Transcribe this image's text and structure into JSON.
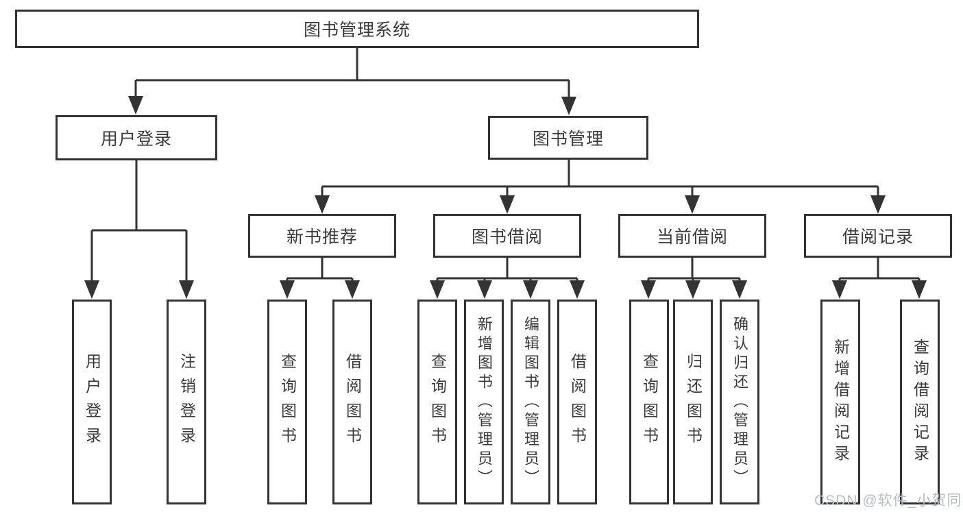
{
  "diagram": {
    "root": "图书管理系统",
    "level2": [
      "用户登录",
      "图书管理"
    ],
    "level3": [
      "新书推荐",
      "图书借阅",
      "当前借阅",
      "借阅记录"
    ],
    "leaves_user_login": [
      "用户登录",
      "注销登录"
    ],
    "leaves_new_books": [
      "查询图书",
      "借阅图书"
    ],
    "leaves_book_borrow": [
      "查询图书",
      "新增图书（管理员）",
      "编辑图书（管理员）",
      "借阅图书"
    ],
    "leaves_current_borrow": [
      "查询图书",
      "归还图书",
      "确认归还（管理员）"
    ],
    "leaves_borrow_records": [
      "新增借阅记录",
      "查询借阅记录"
    ]
  },
  "watermark": "CSDN @软件_小贺同学",
  "colors": {
    "line": "#333333",
    "text": "#3a3a3a",
    "watermark": "#b9bdc1",
    "background": "#ffffff"
  }
}
